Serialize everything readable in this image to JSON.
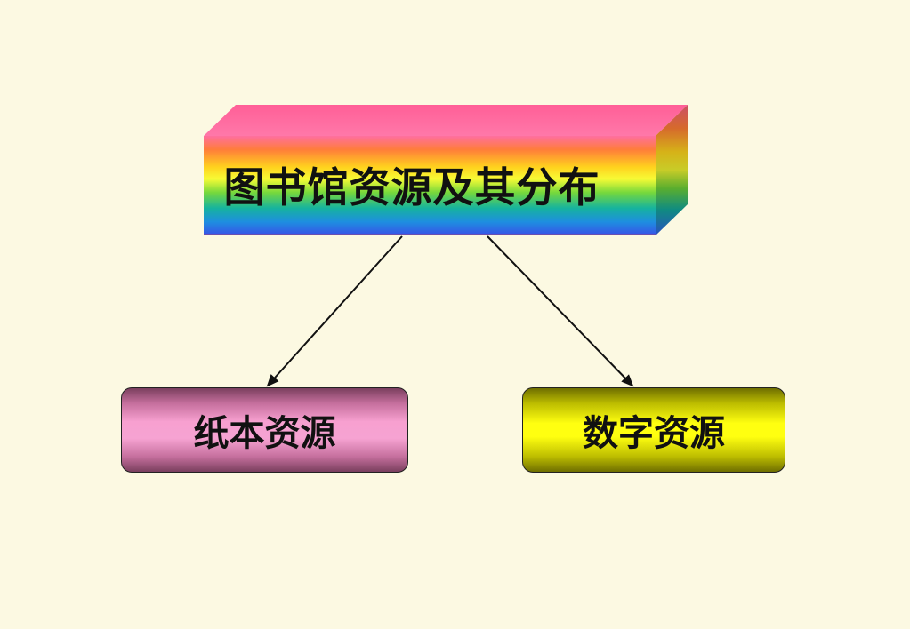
{
  "title": "图书馆资源及其分布",
  "children": [
    {
      "label": "纸本资源"
    },
    {
      "label": "数字资源"
    }
  ],
  "colors": {
    "background": "#fcf9e2",
    "paper_box": "#f6a3d2",
    "digital_box": "#ffff10",
    "arrow": "#111111"
  }
}
